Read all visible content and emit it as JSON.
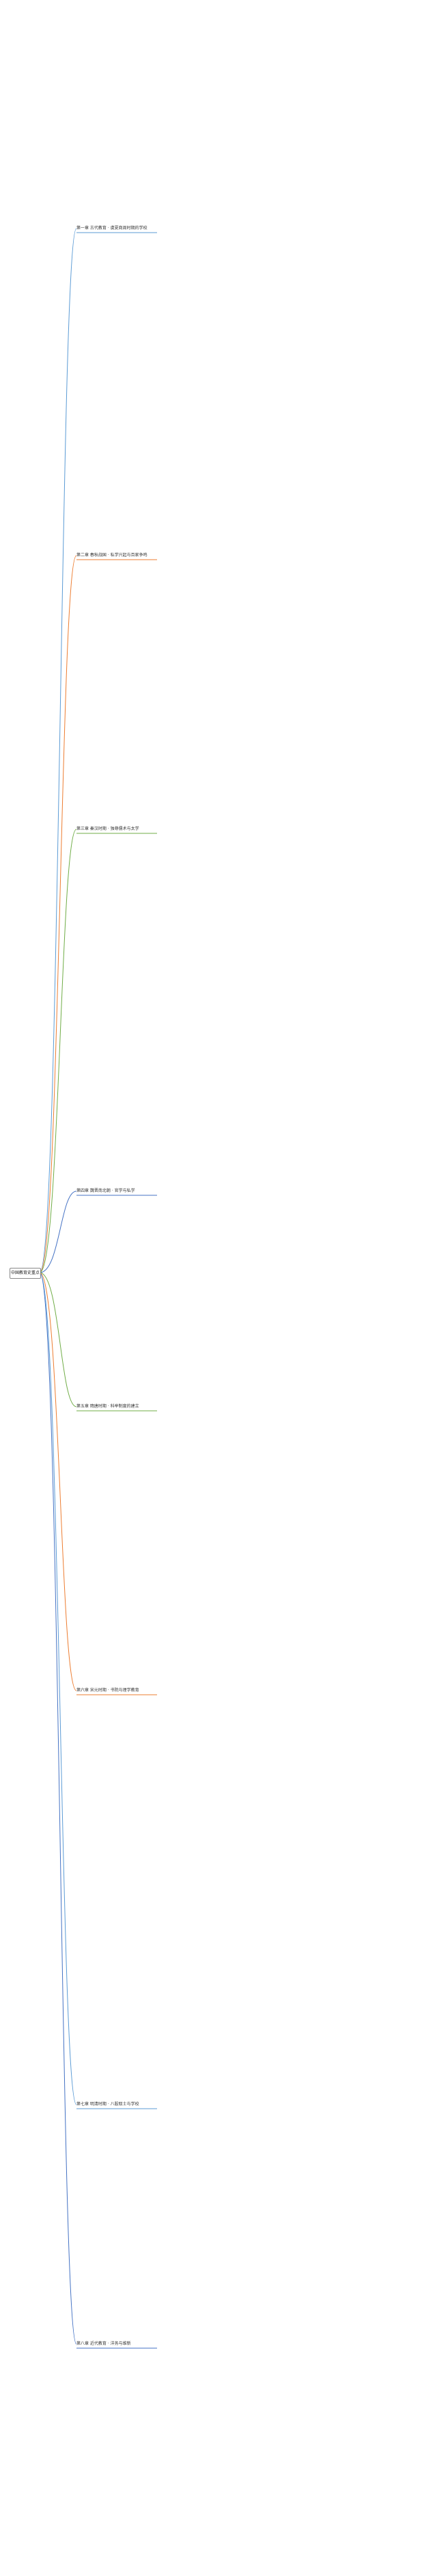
{
  "mindmap": {
    "root": "中国教育史重点",
    "branches": [
      {
        "label": "第一章 古代教育 · 虞夏商周时期的学校",
        "color": "#5b9bd5"
      },
      {
        "label": "第二章 春秋战国 · 私学兴起与百家争鸣",
        "color": "#ed7d31"
      },
      {
        "label": "第三章 秦汉时期 · 独尊儒术与太学",
        "color": "#70ad47"
      },
      {
        "label": "第四章 魏晋南北朝 · 官学与私学",
        "color": "#4472c4"
      },
      {
        "label": "第五章 隋唐时期 · 科举制度的建立",
        "color": "#70ad47"
      },
      {
        "label": "第六章 宋元时期 · 书院与理学教育",
        "color": "#ed7d31"
      },
      {
        "label": "第七章 明清时期 · 八股取士与学校",
        "color": "#5b9bd5"
      },
      {
        "label": "第八章 近代教育 · 洋务与维新",
        "color": "#4472c4"
      }
    ]
  }
}
